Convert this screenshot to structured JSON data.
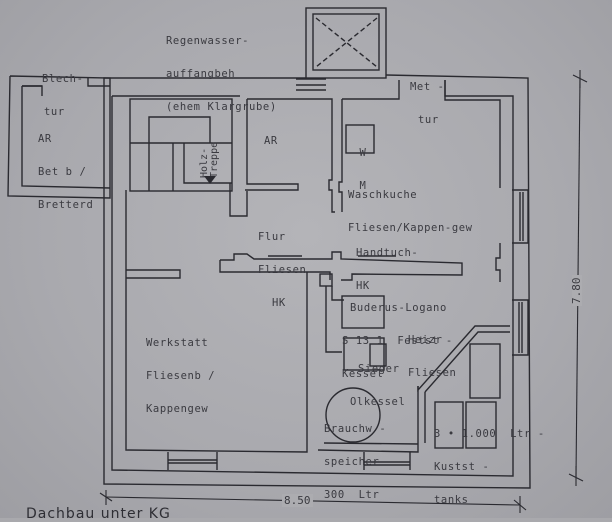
{
  "drawing": {
    "type": "floor-plan",
    "line_color": "#2a2a30",
    "paper_color": "#acacb0"
  },
  "labels": {
    "rainwater": [
      "Regenwasser-",
      "auffangbeh",
      "(ehem Klargrube)"
    ],
    "tin_door": [
      "Blech-",
      "tur"
    ],
    "ar_left": [
      "AR",
      "Bet b /",
      "Bretterd"
    ],
    "ar_mid": [
      "AR"
    ],
    "stairs": [
      "Holz-",
      "Treppe"
    ],
    "metal_door": [
      "Met -",
      "tur"
    ],
    "washer": [
      "W",
      "M"
    ],
    "laundry": [
      "Waschkuche",
      "Fliesen/Kappen-gew"
    ],
    "hall": [
      "Flur",
      "Fliesen",
      "HK"
    ],
    "towel": [
      "Handtuch-",
      "HK"
    ],
    "workshop": [
      "Werkstatt",
      "Fliesenb /",
      "Kappengew"
    ],
    "boiler_brand": [
      "Buderus-Logano",
      "S 13 1  Festst -",
      "Kessel"
    ],
    "heating_room": [
      "Heizr",
      "Fliesen"
    ],
    "oil_boiler": [
      "Sieger",
      "Olkessel"
    ],
    "water_tank": [
      "Brauchw -",
      "speicher",
      "300  Ltr"
    ],
    "oil_tanks": [
      "3 • 1.000  Ltr -",
      "Kustst -",
      "tanks"
    ]
  },
  "dimensions": {
    "width": "8.50",
    "height": "7.80"
  },
  "caption": "Dachbau  unter  KG"
}
